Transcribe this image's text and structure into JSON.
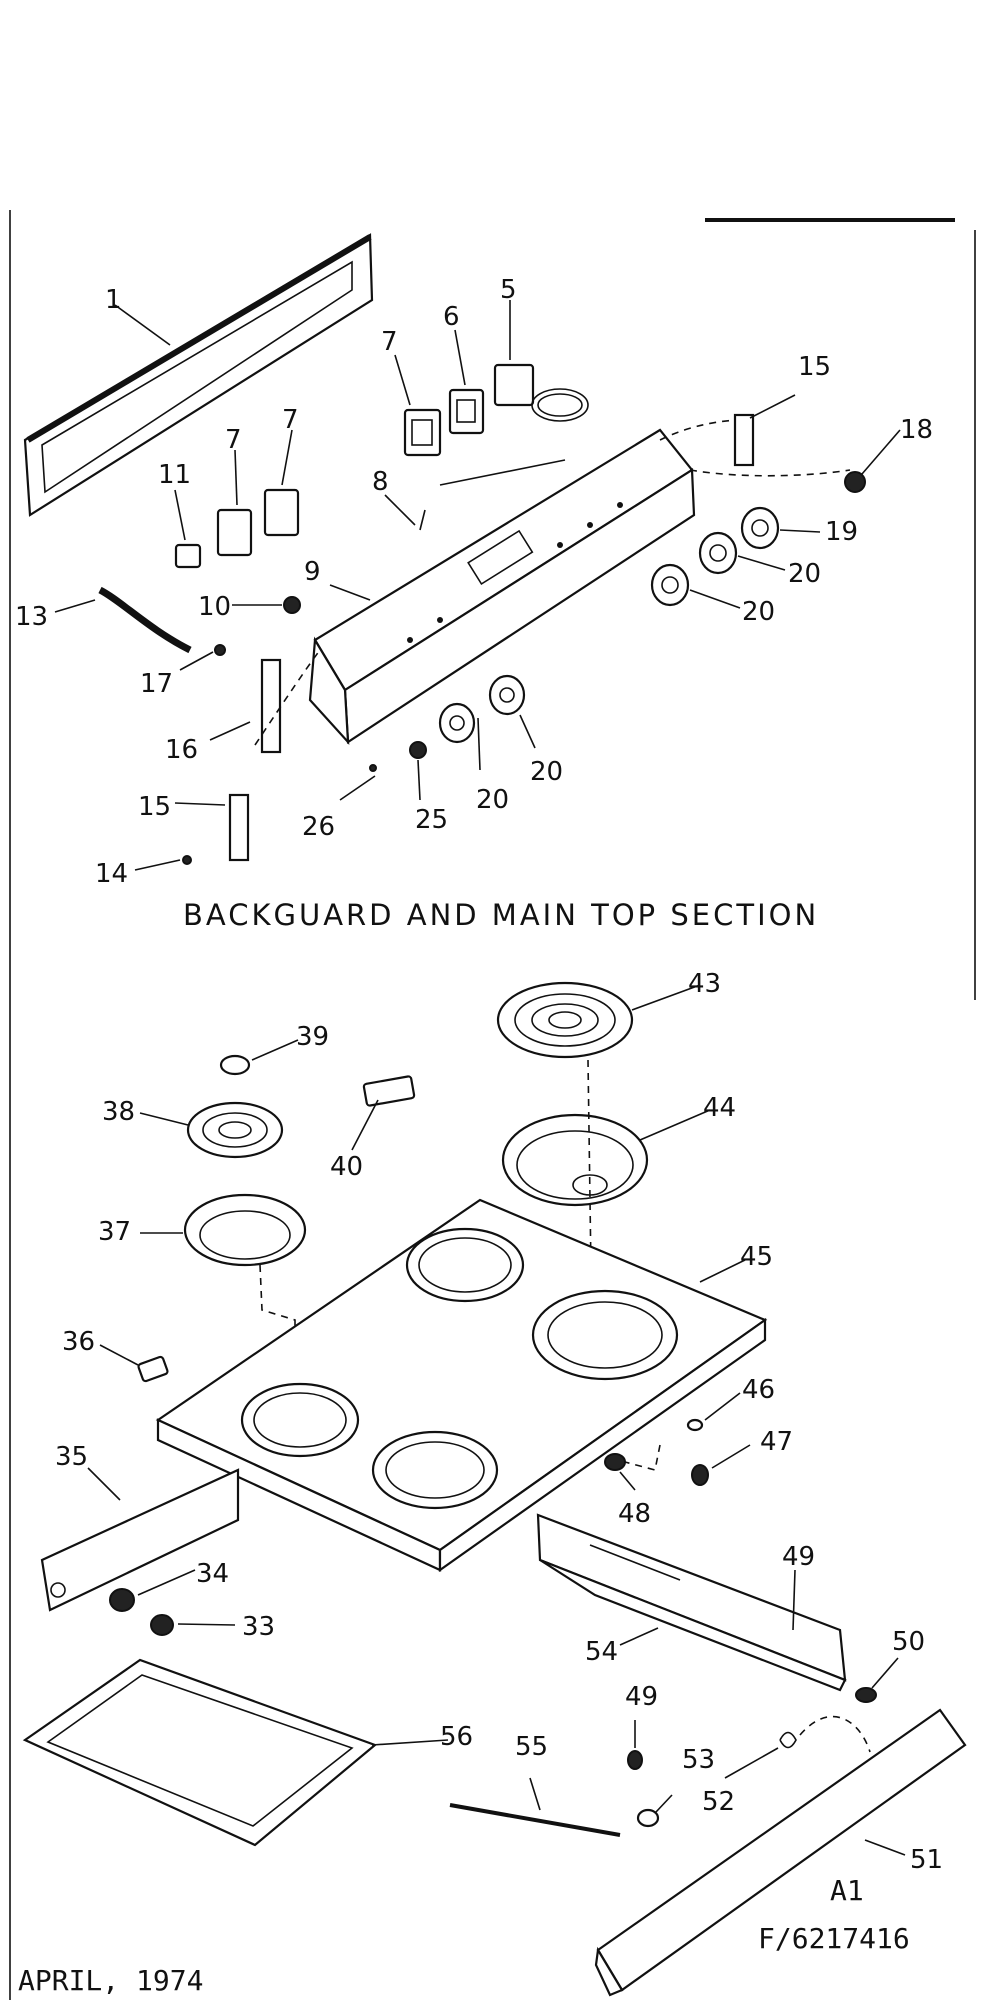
{
  "section_title": "BACKGUARD AND MAIN TOP SECTION",
  "diagram_code": "A1",
  "part_list_number": "F/6217416",
  "date": "APRIL, 1974",
  "callouts": [
    "1",
    "5",
    "6",
    "7",
    "7",
    "7",
    "8",
    "9",
    "10",
    "11",
    "13",
    "14",
    "15",
    "15",
    "16",
    "17",
    "18",
    "19",
    "20",
    "20",
    "20",
    "20",
    "25",
    "26",
    "33",
    "34",
    "35",
    "36",
    "37",
    "38",
    "39",
    "40",
    "43",
    "44",
    "45",
    "46",
    "47",
    "48",
    "49",
    "49",
    "50",
    "51",
    "52",
    "53",
    "54",
    "55",
    "56"
  ]
}
